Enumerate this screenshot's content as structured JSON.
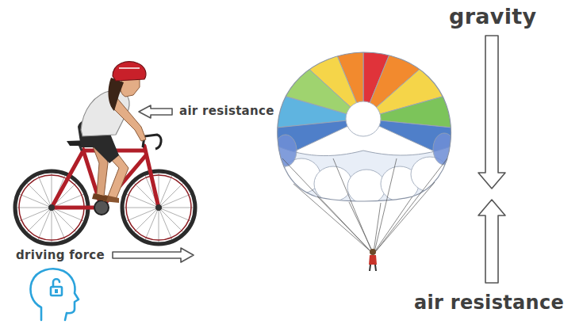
{
  "diagram": {
    "labels": [
      "air resistance",
      "driving force",
      "gravity",
      "air resistance"
    ]
  }
}
